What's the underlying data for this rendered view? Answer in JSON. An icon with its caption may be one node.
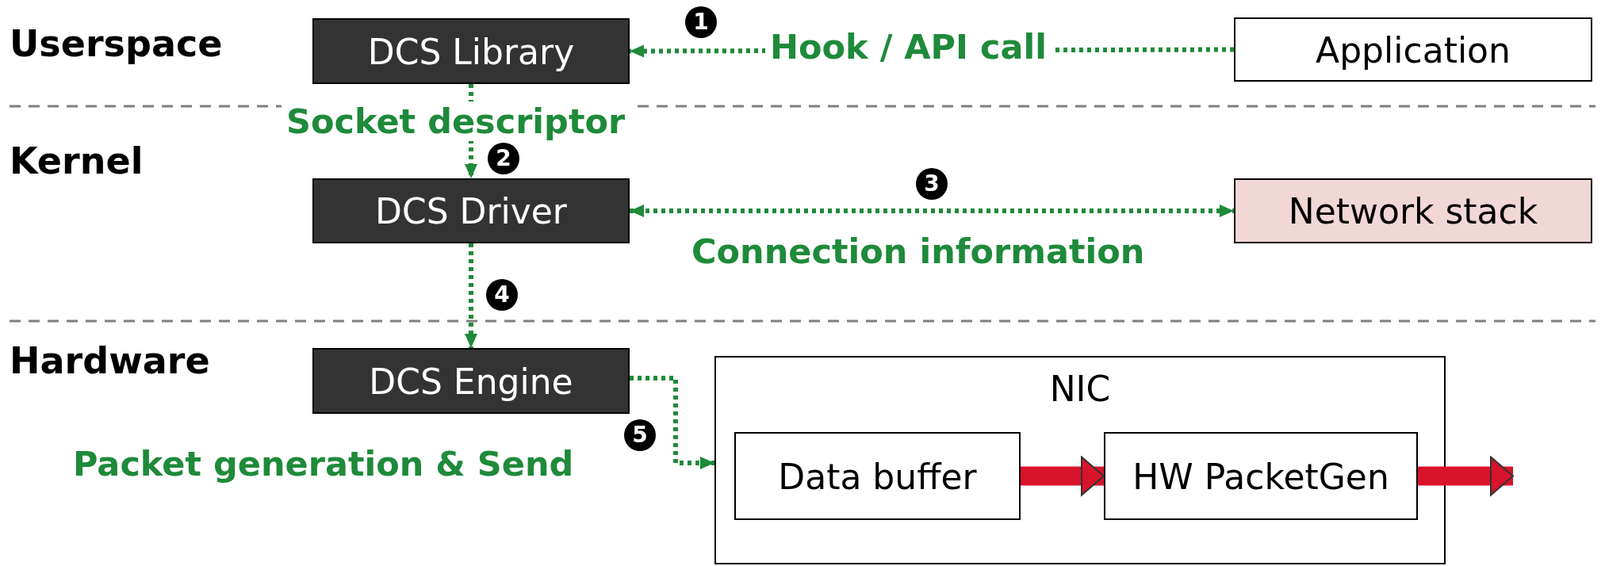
{
  "diagram": {
    "nodes": [
      {
        "text": [
          "DCS Library"
        ]
      },
      {
        "text": [
          "Application"
        ]
      },
      {
        "text": [
          "DCS Driver"
        ]
      },
      {
        "text": [
          "Network stack"
        ]
      },
      {
        "text": [
          "DCS Engine"
        ]
      },
      {
        "text": [
          "NIC"
        ]
      },
      {
        "text": [
          "Data buffer"
        ],
        "in": 5
      },
      {
        "text": [
          "HW PacketGen"
        ],
        "in": 5
      }
    ],
    "edges": [
      {
        "from": 1,
        "to": 0,
        "arrow": "to",
        "label": "Hook / API call",
        "style": "dashed"
      },
      {
        "from": 0,
        "to": 2,
        "arrow": "to",
        "label": "Socket descriptor",
        "style": "dashed"
      },
      {
        "from": 2,
        "to": 3,
        "arrow": "both",
        "label": "Connection information",
        "style": "dashed"
      },
      {
        "from": 2,
        "to": 4,
        "arrow": "to",
        "style": "dashed"
      },
      {
        "from": 4,
        "to": 5,
        "arrow": "to",
        "label": "Packet generation & Send",
        "style": "dashed"
      },
      {
        "from": 6,
        "to": 7,
        "arrow": "to",
        "style": "thick",
        "color": "#d7142a"
      },
      {
        "from": 7,
        "to": null,
        "arrow": "to",
        "style": "thick",
        "color": "#d7142a"
      }
    ],
    "labels": [
      "Userspace",
      "1",
      "Kernel",
      "2",
      "3",
      "4",
      "Hardware",
      "5"
    ]
  }
}
